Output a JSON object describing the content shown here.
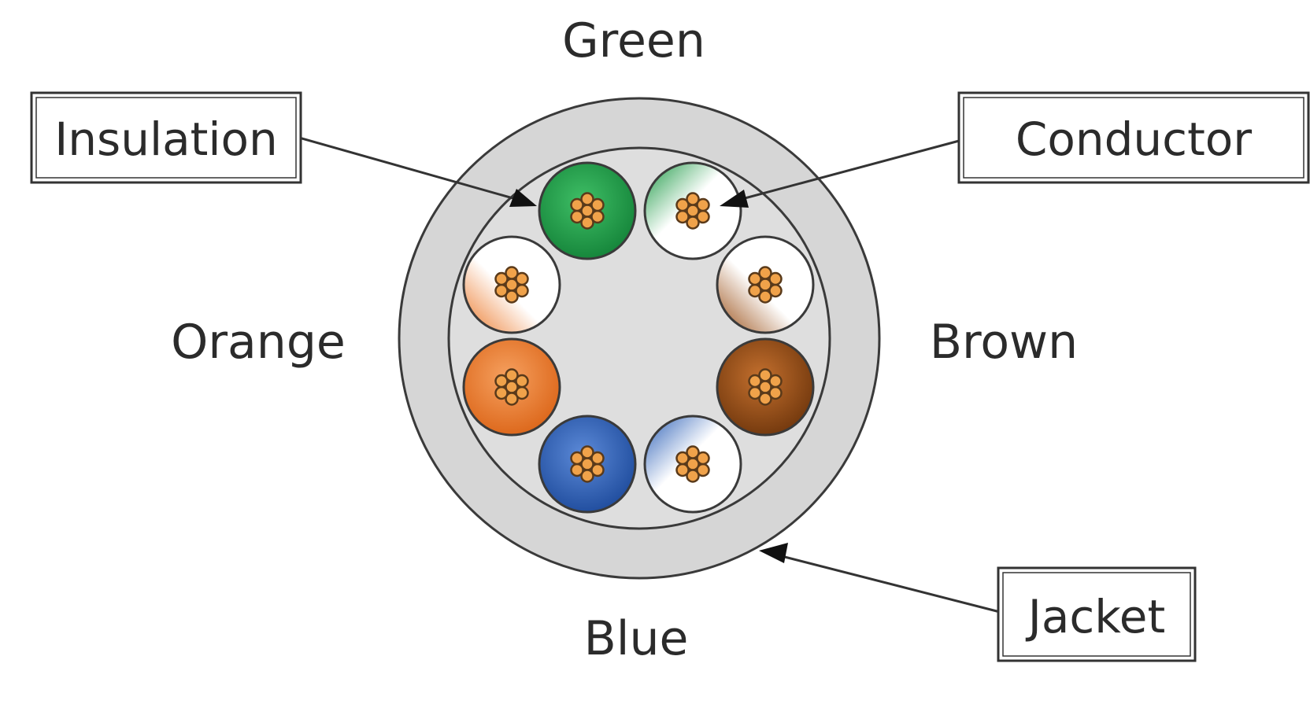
{
  "labels": {
    "green": "Green",
    "orange": "Orange",
    "brown": "Brown",
    "blue": "Blue"
  },
  "callouts": {
    "insulation": "Insulation",
    "conductor": "Conductor",
    "jacket": "Jacket"
  },
  "colors": {
    "jacket": "#d6d6d6",
    "core": "#dedede",
    "green": "#1e9a46",
    "orange": "#ec7a2c",
    "brown": "#9a4f17",
    "blue": "#2f62b8",
    "white": "#ffffff",
    "strand": "#f0a24a",
    "strand_outline": "#5a3a1a",
    "outline": "#3a3a3a"
  },
  "wires": [
    {
      "name": "green",
      "color": "green",
      "striped": false
    },
    {
      "name": "green-white",
      "color": "green",
      "striped": true
    },
    {
      "name": "brown-white",
      "color": "brown",
      "striped": true
    },
    {
      "name": "brown",
      "color": "brown",
      "striped": false
    },
    {
      "name": "blue-white",
      "color": "blue",
      "striped": true
    },
    {
      "name": "blue",
      "color": "blue",
      "striped": false
    },
    {
      "name": "orange",
      "color": "orange",
      "striped": false
    },
    {
      "name": "orange-white",
      "color": "orange",
      "striped": true
    }
  ]
}
